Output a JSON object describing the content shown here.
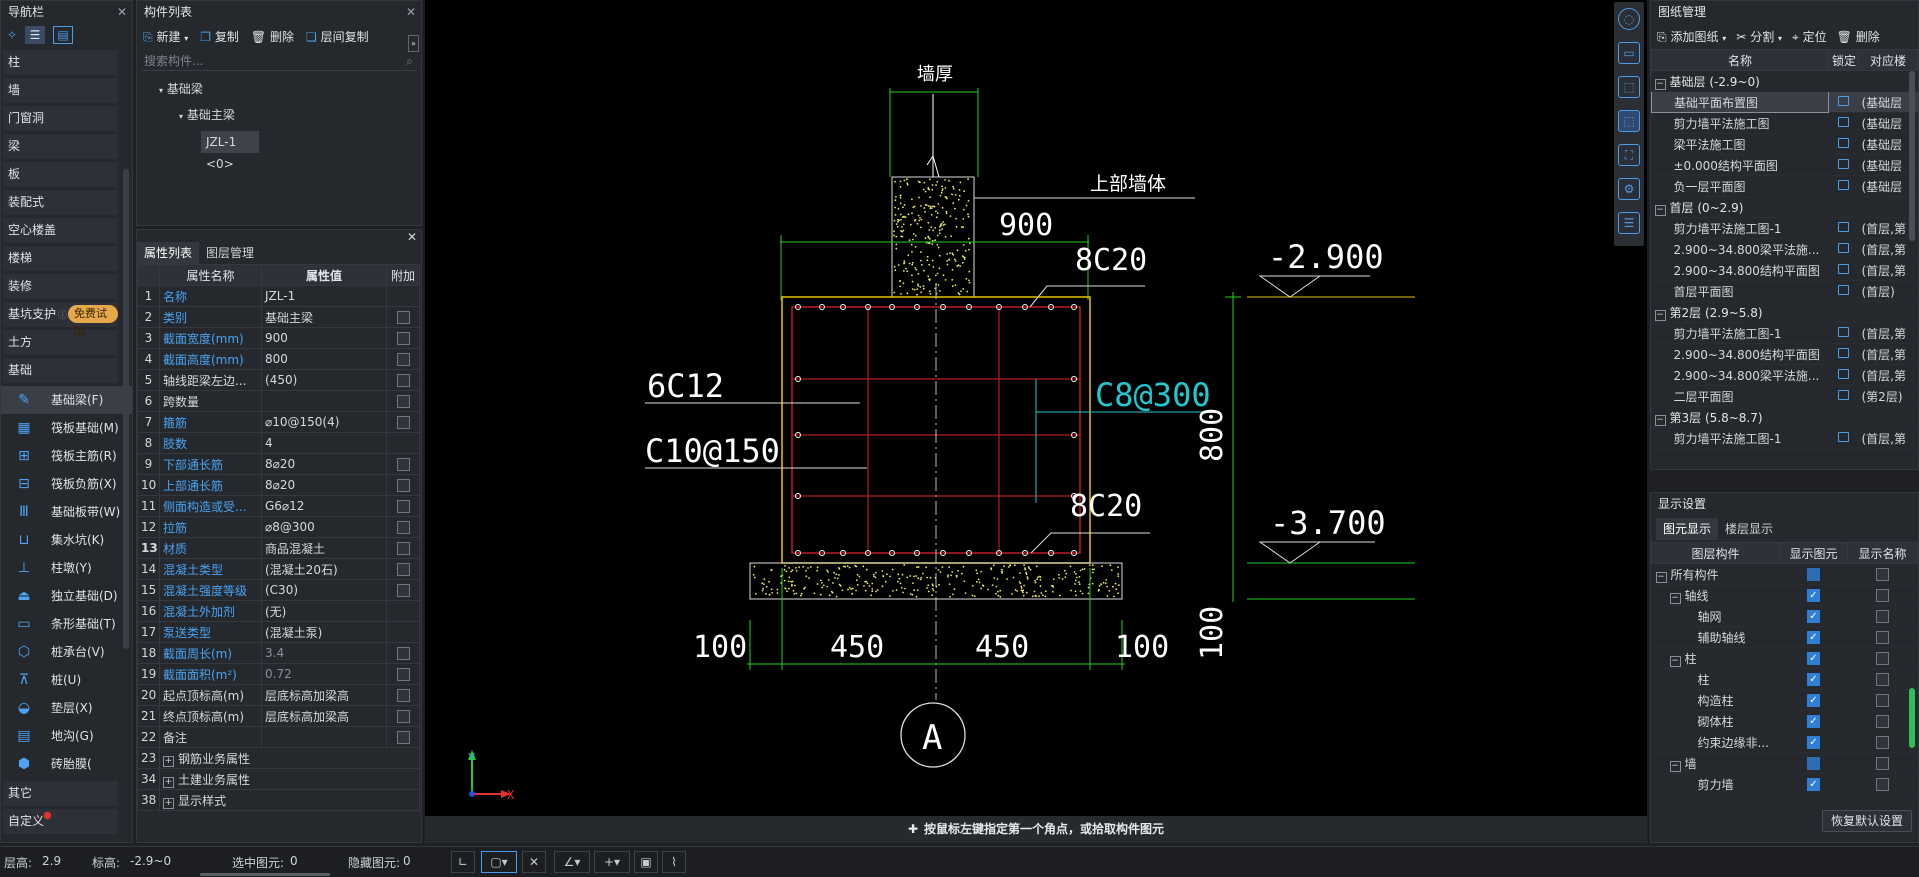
{
  "nav": {
    "title": "导航栏",
    "categories_top": [
      "柱",
      "墙",
      "门窗洞",
      "梁",
      "板",
      "装配式",
      "空心楼盖",
      "楼梯",
      "装修"
    ],
    "pit_support": "基坑支护",
    "trial_badge": "免费试用",
    "earthwork": "土方",
    "foundation": "基础",
    "foundation_items": [
      {
        "label": "基础梁(F)",
        "icon": "pencil-icon"
      },
      {
        "label": "筏板基础(M)",
        "icon": "grid-icon"
      },
      {
        "label": "筏板主筋(R)",
        "icon": "rebar-icon"
      },
      {
        "label": "筏板负筋(X)",
        "icon": "neg-rebar-icon"
      },
      {
        "label": "基础板带(W)",
        "icon": "band-icon"
      },
      {
        "label": "集水坑(K)",
        "icon": "sump-icon"
      },
      {
        "label": "柱墩(Y)",
        "icon": "pier-icon"
      },
      {
        "label": "独立基础(D)",
        "icon": "isolated-footing-icon"
      },
      {
        "label": "条形基础(T)",
        "icon": "strip-footing-icon"
      },
      {
        "label": "桩承台(V)",
        "icon": "pile-cap-icon"
      },
      {
        "label": "桩(U)",
        "icon": "pile-icon"
      },
      {
        "label": "垫层(X)",
        "icon": "cushion-icon"
      },
      {
        "label": "地沟(G)",
        "icon": "trench-icon"
      },
      {
        "label": "砖胎膜(",
        "icon": "brick-mold-icon"
      }
    ],
    "other": "其它",
    "custom": "自定义"
  },
  "component_list": {
    "title": "构件列表",
    "new": "新建",
    "copy": "复制",
    "delete": "删除",
    "floor_copy": "层间复制",
    "search_placeholder": "搜索构件...",
    "tree_root": "基础梁",
    "tree_child": "基础主梁",
    "tree_leaf": "JZL-1 <0>"
  },
  "properties": {
    "tabs": [
      "属性列表",
      "图层管理"
    ],
    "headers": [
      "属性名称",
      "属性值",
      "附加"
    ],
    "rows": [
      {
        "n": "1",
        "name": "名称",
        "value": "JZL-1",
        "blue": true,
        "cb": false
      },
      {
        "n": "2",
        "name": "类别",
        "value": "基础主梁",
        "blue": true,
        "cb": true
      },
      {
        "n": "3",
        "name": "截面宽度(mm)",
        "value": "900",
        "blue": true,
        "cb": true
      },
      {
        "n": "4",
        "name": "截面高度(mm)",
        "value": "800",
        "blue": true,
        "cb": true
      },
      {
        "n": "5",
        "name": "轴线距梁左边...",
        "value": "(450)",
        "blue": false,
        "cb": true
      },
      {
        "n": "6",
        "name": "跨数量",
        "value": "",
        "blue": false,
        "cb": true
      },
      {
        "n": "7",
        "name": "箍筋",
        "value": "⌀10@150(4)",
        "blue": true,
        "cb": true
      },
      {
        "n": "8",
        "name": "肢数",
        "value": "4",
        "blue": true,
        "cb": false
      },
      {
        "n": "9",
        "name": "下部通长筋",
        "value": "8⌀20",
        "blue": true,
        "cb": true
      },
      {
        "n": "10",
        "name": "上部通长筋",
        "value": "8⌀20",
        "blue": true,
        "cb": true
      },
      {
        "n": "11",
        "name": "侧面构造或受...",
        "value": "G6⌀12",
        "blue": true,
        "cb": true
      },
      {
        "n": "12",
        "name": "拉筋",
        "value": "⌀8@300",
        "blue": true,
        "cb": true
      },
      {
        "n": "13",
        "name": "材质",
        "value": "商品混凝土",
        "blue": true,
        "cb": true,
        "bold": true
      },
      {
        "n": "14",
        "name": "混凝土类型",
        "value": "(混凝土20石)",
        "blue": true,
        "cb": true
      },
      {
        "n": "15",
        "name": "混凝土强度等级",
        "value": "(C30)",
        "blue": true,
        "cb": true
      },
      {
        "n": "16",
        "name": "混凝土外加剂",
        "value": "(无)",
        "blue": true,
        "cb": false
      },
      {
        "n": "17",
        "name": "泵送类型",
        "value": "(混凝土泵)",
        "blue": true,
        "cb": false
      },
      {
        "n": "18",
        "name": "截面周长(m)",
        "value": "3.4",
        "blue": true,
        "cb": true,
        "gray": true
      },
      {
        "n": "19",
        "name": "截面面积(m²)",
        "value": "0.72",
        "blue": true,
        "cb": true,
        "gray": true
      },
      {
        "n": "20",
        "name": "起点顶标高(m)",
        "value": "层底标高加梁高",
        "blue": false,
        "cb": true
      },
      {
        "n": "21",
        "name": "终点顶标高(m)",
        "value": "层底标高加梁高",
        "blue": false,
        "cb": true
      },
      {
        "n": "22",
        "name": "备注",
        "value": "",
        "blue": false,
        "cb": true
      },
      {
        "n": "23",
        "name": "钢筋业务属性",
        "value": "",
        "blue": false,
        "cb": false,
        "group": true
      },
      {
        "n": "34",
        "name": "土建业务属性",
        "value": "",
        "blue": false,
        "cb": false,
        "group": true
      },
      {
        "n": "38",
        "name": "显示样式",
        "value": "",
        "blue": false,
        "cb": false,
        "group": true
      }
    ]
  },
  "cad": {
    "wall_thickness": "墙厚",
    "upper_wall": "上部墙体",
    "dim_900": "900",
    "top_rebar": "8C20",
    "bottom_rebar": "8C20",
    "side_rebar": "6C12",
    "stirrup": "C10@150",
    "tie": "C8@300",
    "elev_top": "-2.900",
    "elev_bottom": "-3.700",
    "height_800": "800",
    "height_100": "100",
    "dim_100_left": "100",
    "dim_450_left": "450",
    "dim_450_right": "450",
    "dim_100_right": "100",
    "axis_label": "A",
    "ucs_y": "Y",
    "ucs_x": "X"
  },
  "status_message": "按鼠标左键指定第一个角点，或拾取构件图元",
  "drawing_mgmt": {
    "title": "图纸管理",
    "add": "添加图纸",
    "split": "分割",
    "locate": "定位",
    "delete": "删除",
    "headers": [
      "名称",
      "锁定",
      "对应楼"
    ],
    "groups": [
      {
        "label": "基础层 (-2.9~0)",
        "items": [
          {
            "name": "基础平面布置图",
            "floor": "(基础层",
            "sel": true
          },
          {
            "name": "剪力墙平法施工图",
            "floor": "(基础层"
          },
          {
            "name": "梁平法施工图",
            "floor": "(基础层"
          },
          {
            "name": "±0.000结构平面图",
            "floor": "(基础层"
          },
          {
            "name": "负一层平面图",
            "floor": "(基础层"
          }
        ]
      },
      {
        "label": "首层 (0~2.9)",
        "items": [
          {
            "name": "剪力墙平法施工图-1",
            "floor": "(首层,第"
          },
          {
            "name": "2.900~34.800梁平法施...",
            "floor": "(首层,第"
          },
          {
            "name": "2.900~34.800结构平面图",
            "floor": "(首层,第"
          },
          {
            "name": "首层平面图",
            "floor": "(首层)"
          }
        ]
      },
      {
        "label": "第2层 (2.9~5.8)",
        "items": [
          {
            "name": "剪力墙平法施工图-1",
            "floor": "(首层,第"
          },
          {
            "name": "2.900~34.800结构平面图",
            "floor": "(首层,第"
          },
          {
            "name": "2.900~34.800梁平法施...",
            "floor": "(首层,第"
          },
          {
            "name": "二层平面图",
            "floor": "(第2层)"
          }
        ]
      },
      {
        "label": "第3层 (5.8~8.7)",
        "items": [
          {
            "name": "剪力墙平法施工图-1",
            "floor": "(首层,第"
          }
        ]
      }
    ]
  },
  "display_settings": {
    "title": "显示设置",
    "tabs": [
      "图元显示",
      "楼层显示"
    ],
    "headers": [
      "图层构件",
      "显示图元",
      "显示名称"
    ],
    "rows": [
      {
        "label": "所有构件",
        "level": 0,
        "exp": true,
        "show": "partial",
        "name": false
      },
      {
        "label": "轴线",
        "level": 1,
        "exp": true,
        "show": "checked",
        "name": false
      },
      {
        "label": "轴网",
        "level": 2,
        "exp": false,
        "show": "checked",
        "name": false
      },
      {
        "label": "辅助轴线",
        "level": 2,
        "exp": false,
        "show": "checked",
        "name": false
      },
      {
        "label": "柱",
        "level": 1,
        "exp": true,
        "show": "checked",
        "name": false
      },
      {
        "label": "柱",
        "level": 2,
        "exp": false,
        "show": "checked",
        "name": false
      },
      {
        "label": "构造柱",
        "level": 2,
        "exp": false,
        "show": "checked",
        "name": false
      },
      {
        "label": "砌体柱",
        "level": 2,
        "exp": false,
        "show": "checked",
        "name": false
      },
      {
        "label": "约束边缘非...",
        "level": 2,
        "exp": false,
        "show": "checked",
        "name": false
      },
      {
        "label": "墙",
        "level": 1,
        "exp": true,
        "show": "partial",
        "name": false
      },
      {
        "label": "剪力墙",
        "level": 2,
        "exp": false,
        "show": "checked",
        "name": false
      }
    ],
    "reset": "恢复默认设置"
  },
  "statusbar": {
    "floor_height_label": "层高:",
    "floor_height": "2.9",
    "elevation_label": "标高:",
    "elevation": "-2.9~0",
    "selected_label": "选中图元:",
    "selected": "0",
    "hidden_label": "隐藏图元:",
    "hidden": "0"
  },
  "colors": {
    "accent": "#4a9de8",
    "rebar_red": "#e0202a",
    "dim_green": "#22d022",
    "beam_yellow": "#e8c400",
    "cyan": "#20c8d0"
  }
}
